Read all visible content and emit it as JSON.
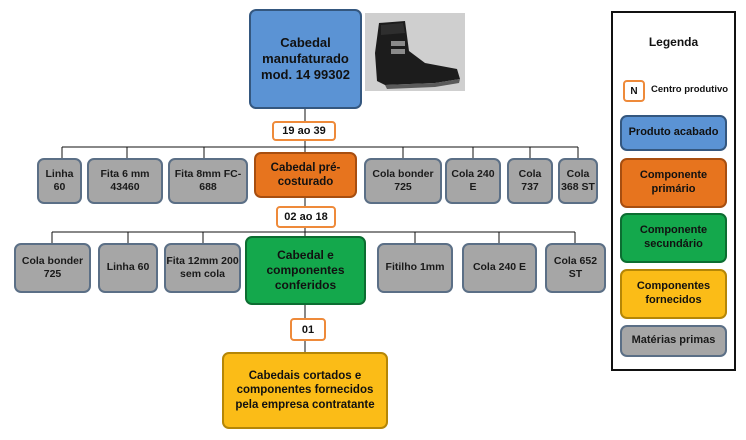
{
  "top": {
    "label": "Cabedal manufaturado mod. 14 99302"
  },
  "photo": {
    "icon": "boot-photo"
  },
  "badges": {
    "b1": "19 ao 39",
    "b2": "02 ao 18",
    "b3": "01"
  },
  "row1": {
    "linha60": "Linha 60",
    "fita6": "Fita 6 mm 43460",
    "fita8": "Fita 8mm FC-688",
    "precosturado": "Cabedal pré-costurado",
    "colabonder": "Cola bonder 725",
    "cola240": "Cola 240 E",
    "cola737": "Cola 737",
    "cola368": "Cola 368 ST"
  },
  "row2": {
    "colabonder": "Cola bonder 725",
    "linha60": "Linha 60",
    "fita12": "Fita 12mm 200 sem cola",
    "conferidos": "Cabedal e componentes conferidos",
    "fitilho": "Fitilho 1mm",
    "cola240": "Cola 240 E",
    "cola652": "Cola 652 ST"
  },
  "bottom": {
    "label": "Cabedais cortados e componentes fornecidos pela empresa contratante"
  },
  "legend": {
    "title": "Legenda",
    "n_symbol": "N",
    "n_label": "Centro produtivo",
    "items": [
      "Produto acabado",
      "Componente primário",
      "Componente secundário",
      "Componentes fornecidos",
      "Matérias primas"
    ]
  },
  "colors": {
    "blue": "#5b93d4",
    "orange": "#e7741e",
    "green": "#14a84c",
    "yellow": "#fbbc17",
    "gray": "#a6a6a6"
  }
}
